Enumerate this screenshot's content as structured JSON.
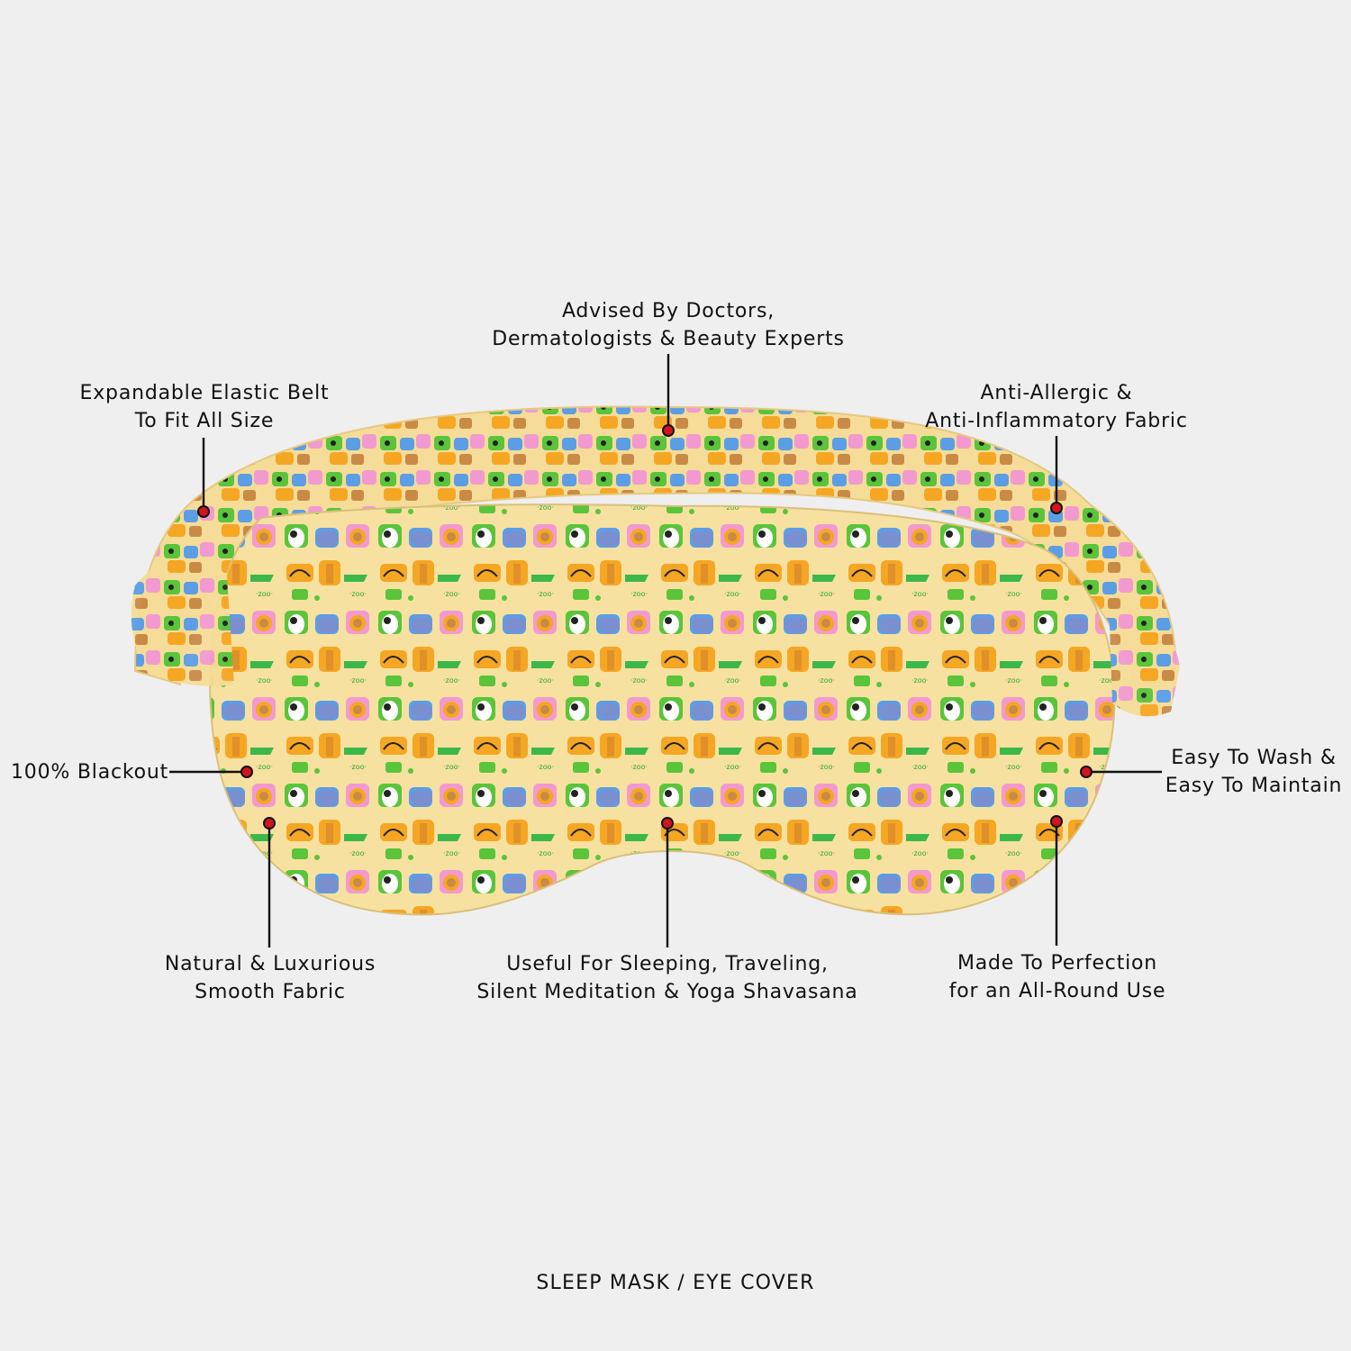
{
  "product": {
    "title": "SLEEP MASK / EYE COVER"
  },
  "callouts": {
    "advised": {
      "line1": "Advised By Doctors,",
      "line2": "Dermatologists & Beauty Experts"
    },
    "elastic": {
      "line1": "Expandable Elastic Belt",
      "line2": "To Fit All Size"
    },
    "allergic": {
      "line1": "Anti-Allergic &",
      "line2": "Anti-Inflammatory Fabric"
    },
    "blackout": {
      "line1": "100% Blackout"
    },
    "wash": {
      "line1": "Easy To Wash &",
      "line2": "Easy To Maintain"
    },
    "natural": {
      "line1": "Natural & Luxurious",
      "line2": "Smooth Fabric"
    },
    "useful": {
      "line1": "Useful For Sleeping, Traveling,",
      "line2": "Silent Meditation & Yoga Shavasana"
    },
    "made": {
      "line1": "Made To Perfection",
      "line2": "for an All-Round Use"
    }
  },
  "colors": {
    "background": "#efeff0",
    "mask_fabric": "#f7e1a0",
    "callout_line": "#111111",
    "callout_dot": "#d2141c",
    "pattern_tiles": [
      "#5ac43a",
      "#5b9ee6",
      "#f29ad0",
      "#f5a623",
      "#c98a46",
      "#ffffff",
      "#222222"
    ]
  },
  "icons": {
    "pattern_motifs": [
      "zebra",
      "panda",
      "elephant",
      "lion",
      "camel",
      "giraffe",
      "tiger",
      "crocodile",
      "hippo"
    ]
  }
}
